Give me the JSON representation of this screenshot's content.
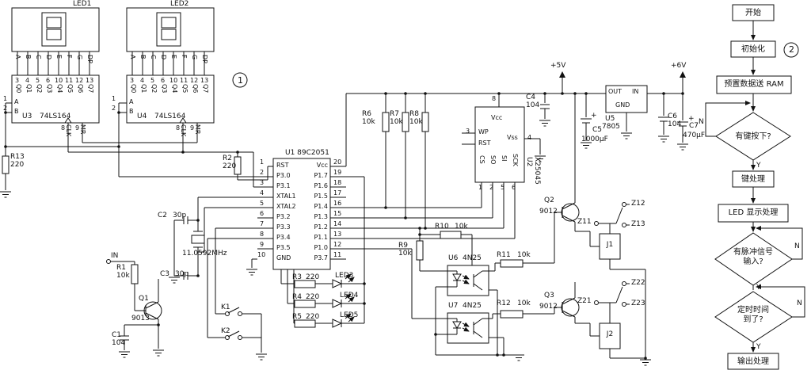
{
  "schematic": {
    "badge1": "1",
    "led1": "LED1",
    "led2": "LED2",
    "seg": [
      "A",
      "B",
      "C",
      "D",
      "E",
      "F",
      "G",
      "DP"
    ],
    "sr": {
      "q": [
        "Q0",
        "Q1",
        "Q2",
        "Q3",
        "Q4",
        "Q5",
        "Q6",
        "Q7"
      ],
      "qn": [
        "3",
        "4",
        "5",
        "6",
        "10",
        "11",
        "12",
        "13"
      ],
      "a": "A",
      "b": "B",
      "an": "1",
      "bn": "2",
      "clk": "CLK",
      "clkn": "8",
      "mr": "MR",
      "mrn": "9"
    },
    "u3": {
      "ref": "U3",
      "part": "74LS164"
    },
    "u4": {
      "ref": "U4",
      "part": "74LS164"
    },
    "u1": {
      "ref": "U1 89C2051",
      "ln": [
        "1",
        "2",
        "3",
        "4",
        "5",
        "6",
        "7",
        "8",
        "9",
        "10"
      ],
      "ll": [
        "RST",
        "P3.0",
        "P3.1",
        "XTAL1",
        "XTAL2",
        "P3.2",
        "P3.3",
        "P3.4",
        "P3.5",
        "GND"
      ],
      "rn": [
        "20",
        "19",
        "18",
        "17",
        "16",
        "15",
        "14",
        "13",
        "12",
        "11"
      ],
      "rl": [
        "Vcc",
        "P1.7",
        "P1.6",
        "P1.5",
        "P1.4",
        "P1.3",
        "P1.2",
        "P1.1",
        "P1.0",
        "P3.7"
      ]
    },
    "u2": {
      "ref": "U2",
      "part": "X25045",
      "vcc": "Vcc",
      "vccn": "8",
      "wp": "WP",
      "wpn": "3",
      "rst": "RST",
      "vss": "Vss",
      "vssn": "4",
      "pins": [
        "CS",
        "SO",
        "SI",
        "SCK"
      ],
      "pinn": [
        "1",
        "2",
        "5",
        "6"
      ]
    },
    "u5": {
      "ref": "U5",
      "part": "7805",
      "out": "OUT",
      "in": "IN",
      "gnd": "GND"
    },
    "u6": {
      "ref": "U6",
      "part": "4N25"
    },
    "u7": {
      "ref": "U7",
      "part": "4N25"
    },
    "xtal": "11.0592MHz",
    "r": {
      "r1": [
        "R1",
        "10k"
      ],
      "r2": [
        "R2",
        "220"
      ],
      "r3": [
        "R3",
        "220"
      ],
      "r4": [
        "R4",
        "220"
      ],
      "r5": [
        "R5",
        "220"
      ],
      "r6": [
        "R6",
        "10k"
      ],
      "r7": [
        "R7",
        "10k"
      ],
      "r8": [
        "R8",
        "10k"
      ],
      "r9": [
        "R9",
        "10k"
      ],
      "r10": [
        "R10",
        "10k"
      ],
      "r11": [
        "R11",
        "10k"
      ],
      "r12": [
        "R12",
        "10k"
      ],
      "r13": [
        "R13",
        "220"
      ]
    },
    "c": {
      "c1": [
        "C1",
        "104"
      ],
      "c2": [
        "C2",
        "30p"
      ],
      "c3": [
        "C3",
        "30p"
      ],
      "c4": [
        "C4",
        "104"
      ],
      "c5": [
        "C5",
        "1000μF"
      ],
      "c6": [
        "C6",
        "104"
      ],
      "c7": [
        "C7",
        "470μF"
      ]
    },
    "q": {
      "q1": [
        "Q1",
        "9013"
      ],
      "q2": [
        "Q2",
        "9012"
      ],
      "q3": [
        "Q3",
        "9012"
      ]
    },
    "led3": "LED3",
    "led4": "LED4",
    "led5": "LED5",
    "k1": "K1",
    "k2": "K2",
    "j1": "J1",
    "j2": "J2",
    "z": {
      "z11": "Z11",
      "z12": "Z12",
      "z13": "Z13",
      "z21": "Z21",
      "z22": "Z22",
      "z23": "Z23"
    },
    "p5v": "+5V",
    "p6v": "+6V",
    "in": "IN",
    "plus": "+"
  },
  "flowchart": {
    "badge2": "2",
    "start": "开始",
    "init": "初始化",
    "preset": "预置数据送 RAM",
    "d1": "有键按下?",
    "key": "键处理",
    "led": "LED 显示处理",
    "d2l1": "有脉冲信号",
    "d2l2": "输入?",
    "d3l1": "定时时间",
    "d3l2": "到了?",
    "output": "输出处理",
    "yes": "Y",
    "no": "N"
  }
}
